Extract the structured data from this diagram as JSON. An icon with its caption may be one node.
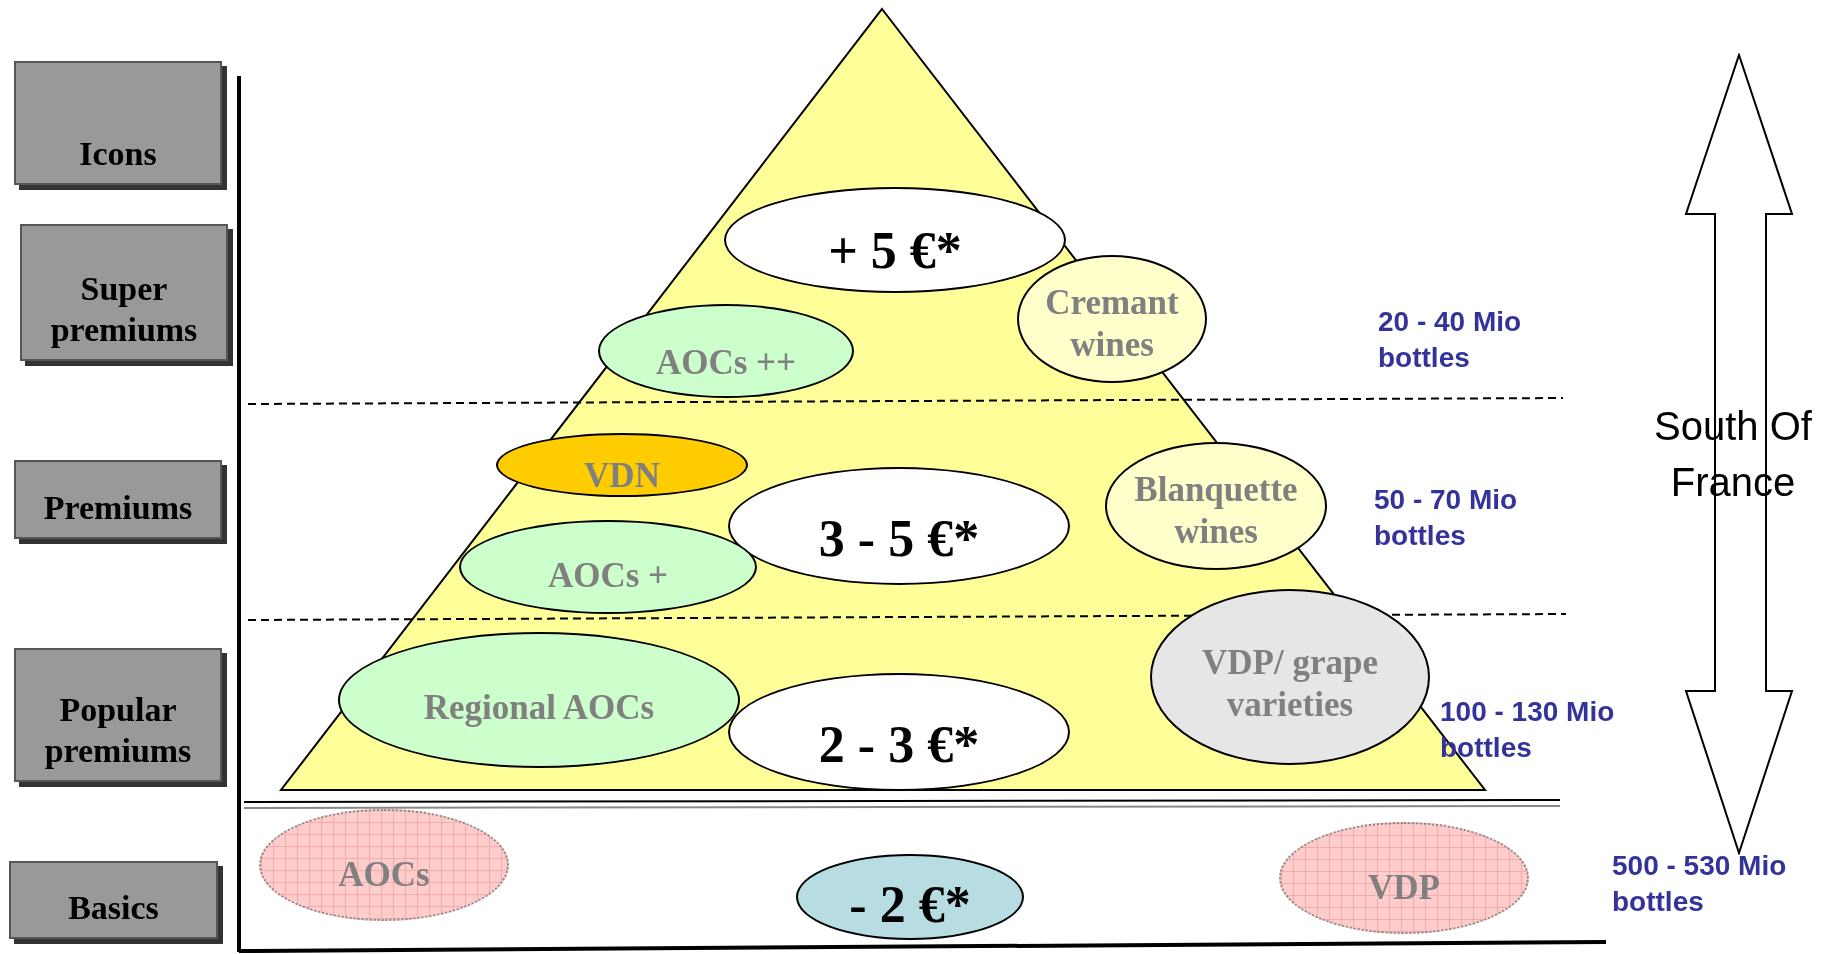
{
  "diagram": {
    "nodes": [
      {
        "text": [
          "Icons"
        ]
      },
      {
        "text": [
          "Super premiums"
        ]
      },
      {
        "text": [
          "+ 5 €*"
        ]
      },
      {
        "text": [
          "Cremant wines"
        ]
      },
      {
        "text": [
          "AOCs ++"
        ]
      },
      {
        "text": [
          "Premiums"
        ]
      },
      {
        "text": [
          "VDN"
        ]
      },
      {
        "text": [
          "3 - 5 €*"
        ]
      },
      {
        "text": [
          "Blanquette wines"
        ]
      },
      {
        "text": [
          "AOCs +"
        ]
      },
      {
        "text": [
          "Popular premiums"
        ]
      },
      {
        "text": [
          "Regional AOCs"
        ]
      },
      {
        "text": [
          "2 - 3 €*"
        ]
      },
      {
        "text": [
          "VDP/ grape varieties"
        ]
      },
      {
        "text": [
          "Basics"
        ]
      },
      {
        "text": [
          "AOCs"
        ]
      },
      {
        "text": [
          "- 2 €*"
        ]
      },
      {
        "text": [
          "VDP"
        ]
      },
      {
        "text": [
          "South Of France"
        ]
      }
    ],
    "labels": [
      "20 - 40 Mio bottles",
      "50 - 70 Mio bottles",
      "100 - 130 Mio bottles",
      "500 - 530 Mio bottles"
    ]
  }
}
